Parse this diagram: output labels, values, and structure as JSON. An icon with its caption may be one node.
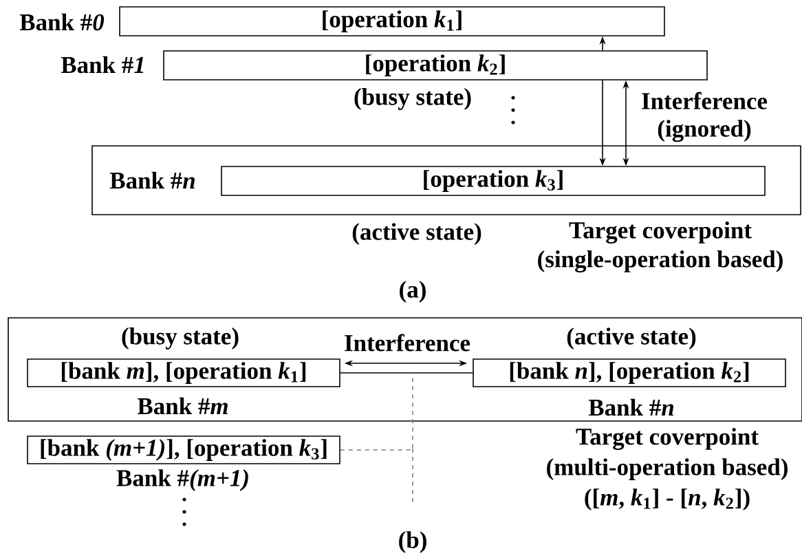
{
  "diagram": {
    "nodes": [
      {
        "text": [
          "[operation *k*$_{1}$]"
        ],
        "beside": [
          "Bank #*0*"
        ]
      },
      {
        "text": [
          "[operation *k*$_{2}$]"
        ],
        "beside": [
          "Bank #*1*",
          "(busy state)"
        ]
      },
      {
        "text": [
          "Bank #*n*"
        ]
      },
      {
        "text": [
          "[operation *k*$_{3}$]"
        ],
        "in": 2
      },
      {
        "text": [],
        "shape": "box"
      },
      {
        "text": [
          "[bank *m*], [operation *k*$_{1}$]"
        ],
        "in": 4,
        "beside": [
          "(busy state)",
          "Bank #*m*"
        ]
      },
      {
        "text": [
          "[bank *n*], [operation *k*$_{2}$]"
        ],
        "in": 4,
        "beside": [
          "(active state)",
          "Bank #*n*"
        ]
      },
      {
        "text": [
          "[bank *(m+1)*], [operation *k*$_{3}$]"
        ],
        "beside": [
          "Bank #*(m+1)*"
        ]
      }
    ],
    "edges": [
      {
        "from": 1,
        "to": 0,
        "arrow": "to"
      },
      {
        "from": 1,
        "to": 3,
        "arrow": "to"
      },
      {
        "from": 1,
        "to": 3,
        "arrow": "both",
        "label": "Interference (ignored)"
      },
      {
        "from": 5,
        "to": 6,
        "arrow": "none"
      },
      {
        "from": 5,
        "to": 6,
        "arrow": "both",
        "label": "Interference"
      },
      {
        "from": 7,
        "to": null,
        "arrow": "none",
        "style": "dashed",
        "color": "#7f7f7f"
      }
    ],
    "labels": [
      "(active state)",
      "Target coverpoint",
      "(single-operation based)",
      "(a)",
      "Target coverpoint",
      "(multi-operation based)",
      "([*m*, *k*$_{1}$] - [*n*, *k*$_{2}$])",
      "(b)"
    ]
  }
}
